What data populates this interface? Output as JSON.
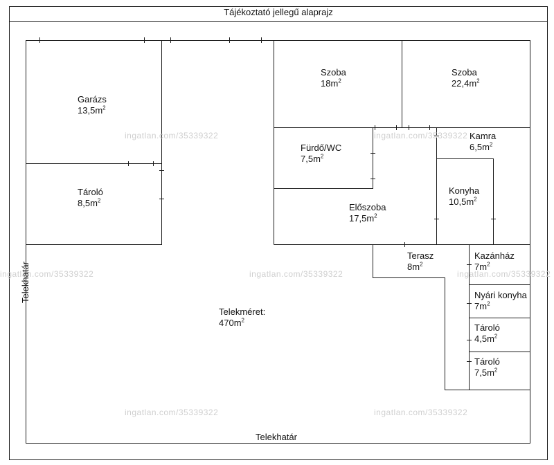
{
  "title": "Tájékoztató jellegű alaprajz",
  "watermark": "ingatlan.com/35339322",
  "area_unit": "m",
  "area_exp": "2",
  "rooms": [
    {
      "key": "garazs",
      "name": "Garázs",
      "area": "13,5"
    },
    {
      "key": "tarolo1",
      "name": "Tároló",
      "area": "8,5"
    },
    {
      "key": "szoba1",
      "name": "Szoba",
      "area": "18"
    },
    {
      "key": "szoba2",
      "name": "Szoba",
      "area": "22,4"
    },
    {
      "key": "furdo",
      "name": "Fürdő/WC",
      "area": "7,5"
    },
    {
      "key": "kamra",
      "name": "Kamra",
      "area": "6,5"
    },
    {
      "key": "konyha",
      "name": "Konyha",
      "area": "10,5"
    },
    {
      "key": "eloszoba",
      "name": "Előszoba",
      "area": "17,5"
    },
    {
      "key": "terasz",
      "name": "Terasz",
      "area": "8"
    },
    {
      "key": "kazanhaz",
      "name": "Kazánház",
      "area": "7"
    },
    {
      "key": "nyari",
      "name": "Nyári konyha",
      "area": "7"
    },
    {
      "key": "tarolo2",
      "name": "Tároló",
      "area": "4,5"
    },
    {
      "key": "tarolo3",
      "name": "Tároló",
      "area": "7,5"
    }
  ],
  "plot": {
    "name": "Telekméret:",
    "area": "470"
  },
  "boundary_bottom": "Telekhatár",
  "boundary_left": "Telekhatár",
  "colors": {
    "line": "#1a1a1a",
    "watermark": "#cfcfcf",
    "background": "#ffffff"
  }
}
